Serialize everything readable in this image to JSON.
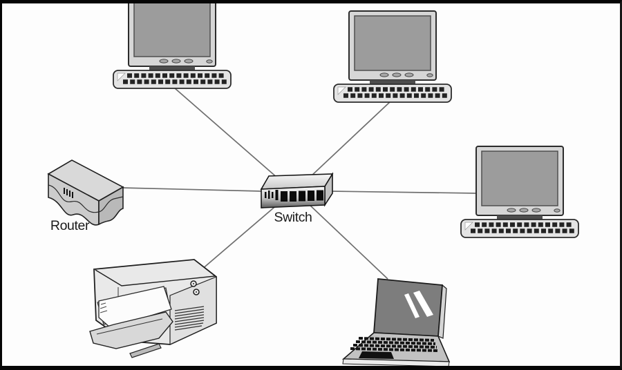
{
  "diagram": {
    "type": "network-star-topology",
    "background_color": "#fdfdfd",
    "frame_color": "#060606",
    "connection_color": "#6e6e6e",
    "label_color": "#1b1b1b",
    "labels": {
      "router": "Router",
      "switch": "Switch"
    },
    "devices": [
      {
        "id": "switch",
        "type": "network-switch",
        "icon": "network-switch-icon",
        "label": "Switch",
        "ports": 5
      },
      {
        "id": "router",
        "type": "router",
        "icon": "router-icon",
        "label": "Router"
      },
      {
        "id": "computer-top-left",
        "type": "desktop-computer",
        "icon": "desktop-computer-icon"
      },
      {
        "id": "computer-top-right",
        "type": "desktop-computer",
        "icon": "desktop-computer-icon"
      },
      {
        "id": "computer-right",
        "type": "desktop-computer",
        "icon": "desktop-computer-icon"
      },
      {
        "id": "printer",
        "type": "printer",
        "icon": "printer-icon"
      },
      {
        "id": "laptop",
        "type": "laptop",
        "icon": "laptop-icon"
      }
    ],
    "connections": [
      {
        "from": "switch",
        "to": "computer-top-left"
      },
      {
        "from": "switch",
        "to": "computer-top-right"
      },
      {
        "from": "switch",
        "to": "computer-right"
      },
      {
        "from": "switch",
        "to": "router"
      },
      {
        "from": "switch",
        "to": "printer"
      },
      {
        "from": "switch",
        "to": "laptop"
      }
    ]
  }
}
